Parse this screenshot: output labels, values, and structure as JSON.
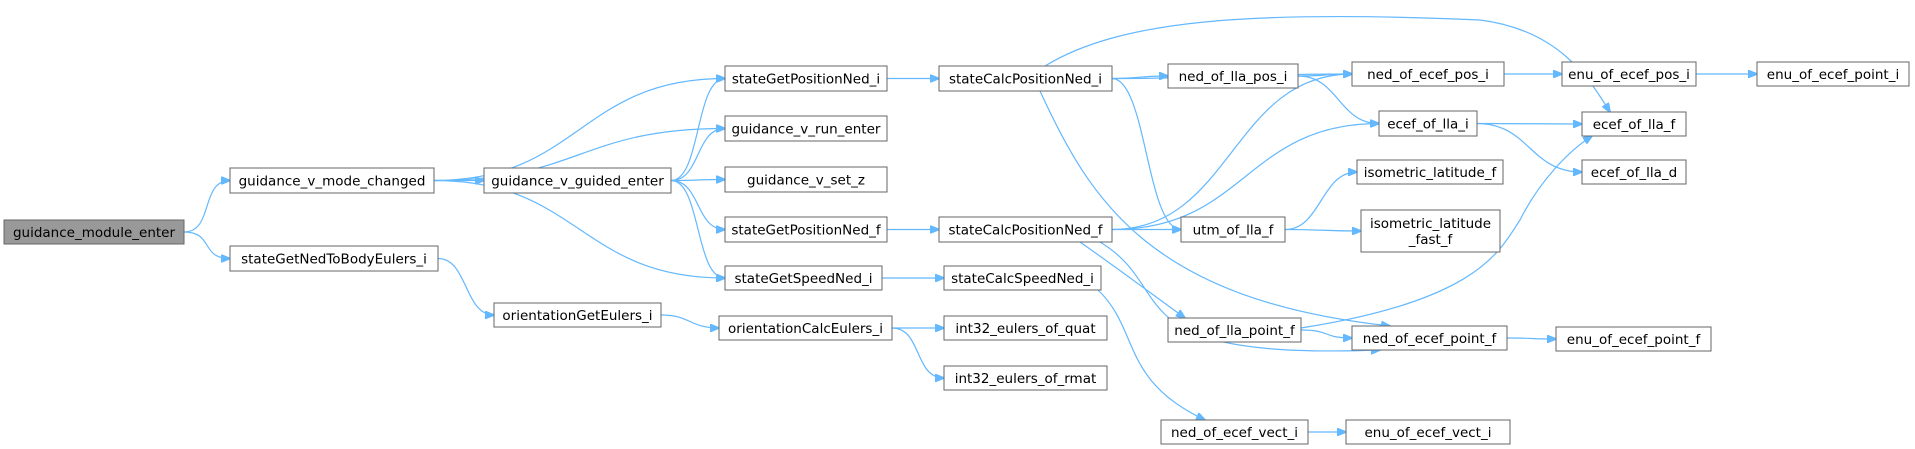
{
  "graph": {
    "title": "",
    "nodes": {
      "gme": {
        "label": [
          "guidance_module_enter"
        ],
        "root": true
      },
      "gvmc": {
        "label": [
          "guidance_v_mode_changed"
        ]
      },
      "sgnbe": {
        "label": [
          "stateGetNedToBodyEulers_i"
        ]
      },
      "gvge": {
        "label": [
          "guidance_v_guided_enter"
        ]
      },
      "ogei": {
        "label": [
          "orientationGetEulers_i"
        ]
      },
      "sgpni": {
        "label": [
          "stateGetPositionNed_i"
        ]
      },
      "gvre": {
        "label": [
          "guidance_v_run_enter"
        ]
      },
      "gvsz": {
        "label": [
          "guidance_v_set_z"
        ]
      },
      "sgpnf": {
        "label": [
          "stateGetPositionNed_f"
        ]
      },
      "sgsni": {
        "label": [
          "stateGetSpeedNed_i"
        ]
      },
      "ocei": {
        "label": [
          "orientationCalcEulers_i"
        ]
      },
      "scpni": {
        "label": [
          "stateCalcPositionNed_i"
        ]
      },
      "scpnf": {
        "label": [
          "stateCalcPositionNed_f"
        ]
      },
      "scsni": {
        "label": [
          "stateCalcSpeedNed_i"
        ]
      },
      "ieoq": {
        "label": [
          "int32_eulers_of_quat"
        ]
      },
      "ieor": {
        "label": [
          "int32_eulers_of_rmat"
        ]
      },
      "nolpi": {
        "label": [
          "ned_of_lla_pos_i"
        ]
      },
      "utm": {
        "label": [
          "utm_of_lla_f"
        ]
      },
      "nolpf": {
        "label": [
          "ned_of_lla_point_f"
        ]
      },
      "noevi": {
        "label": [
          "ned_of_ecef_vect_i"
        ]
      },
      "noepi": {
        "label": [
          "ned_of_ecef_pos_i"
        ]
      },
      "eoli": {
        "label": [
          "ecef_of_lla_i"
        ]
      },
      "ilf": {
        "label": [
          "isometric_latitude_f"
        ]
      },
      "ilff": {
        "label": [
          "isometric_latitude",
          "_fast_f"
        ]
      },
      "noepf": {
        "label": [
          "ned_of_ecef_point_f"
        ]
      },
      "eoevi": {
        "label": [
          "enu_of_ecef_vect_i"
        ]
      },
      "eoepi": {
        "label": [
          "enu_of_ecef_pos_i"
        ]
      },
      "eolf": {
        "label": [
          "ecef_of_lla_f"
        ]
      },
      "eold": {
        "label": [
          "ecef_of_lla_d"
        ]
      },
      "eoepf": {
        "label": [
          "enu_of_ecef_point_f"
        ]
      },
      "eoepti": {
        "label": [
          "enu_of_ecef_point_i"
        ]
      }
    },
    "edges": [
      [
        "gme",
        "gvmc"
      ],
      [
        "gme",
        "sgnbe"
      ],
      [
        "gvmc",
        "sgpni"
      ],
      [
        "gvmc",
        "gvre"
      ],
      [
        "gvmc",
        "gvge"
      ],
      [
        "gvmc",
        "sgsni"
      ],
      [
        "gvge",
        "sgpni"
      ],
      [
        "gvge",
        "gvre"
      ],
      [
        "gvge",
        "gvsz"
      ],
      [
        "gvge",
        "sgpnf"
      ],
      [
        "gvge",
        "sgsni"
      ],
      [
        "sgnbe",
        "ogei"
      ],
      [
        "ogei",
        "ocei"
      ],
      [
        "ocei",
        "ieoq"
      ],
      [
        "ocei",
        "ieor"
      ],
      [
        "sgpni",
        "scpni"
      ],
      [
        "sgpnf",
        "scpnf"
      ],
      [
        "sgsni",
        "scsni"
      ],
      [
        "scpni",
        "nolpi"
      ],
      [
        "scpni",
        "noepi"
      ],
      [
        "scpni",
        "eolf"
      ],
      [
        "scpni",
        "utm"
      ],
      [
        "scpni",
        "noepf"
      ],
      [
        "scpnf",
        "noepi"
      ],
      [
        "scpnf",
        "eoli"
      ],
      [
        "scpnf",
        "utm"
      ],
      [
        "scpnf",
        "nolpf"
      ],
      [
        "scpnf",
        "noepf"
      ],
      [
        "scsni",
        "noevi"
      ],
      [
        "nolpi",
        "noepi"
      ],
      [
        "nolpi",
        "eoli"
      ],
      [
        "utm",
        "ilf"
      ],
      [
        "utm",
        "ilff"
      ],
      [
        "nolpf",
        "eolf"
      ],
      [
        "nolpf",
        "noepf"
      ],
      [
        "noevi",
        "eoevi"
      ],
      [
        "noepi",
        "eoepi"
      ],
      [
        "eoepi",
        "eoepti"
      ],
      [
        "eoli",
        "eolf"
      ],
      [
        "eoli",
        "eold"
      ],
      [
        "noepf",
        "eoepf"
      ]
    ]
  }
}
